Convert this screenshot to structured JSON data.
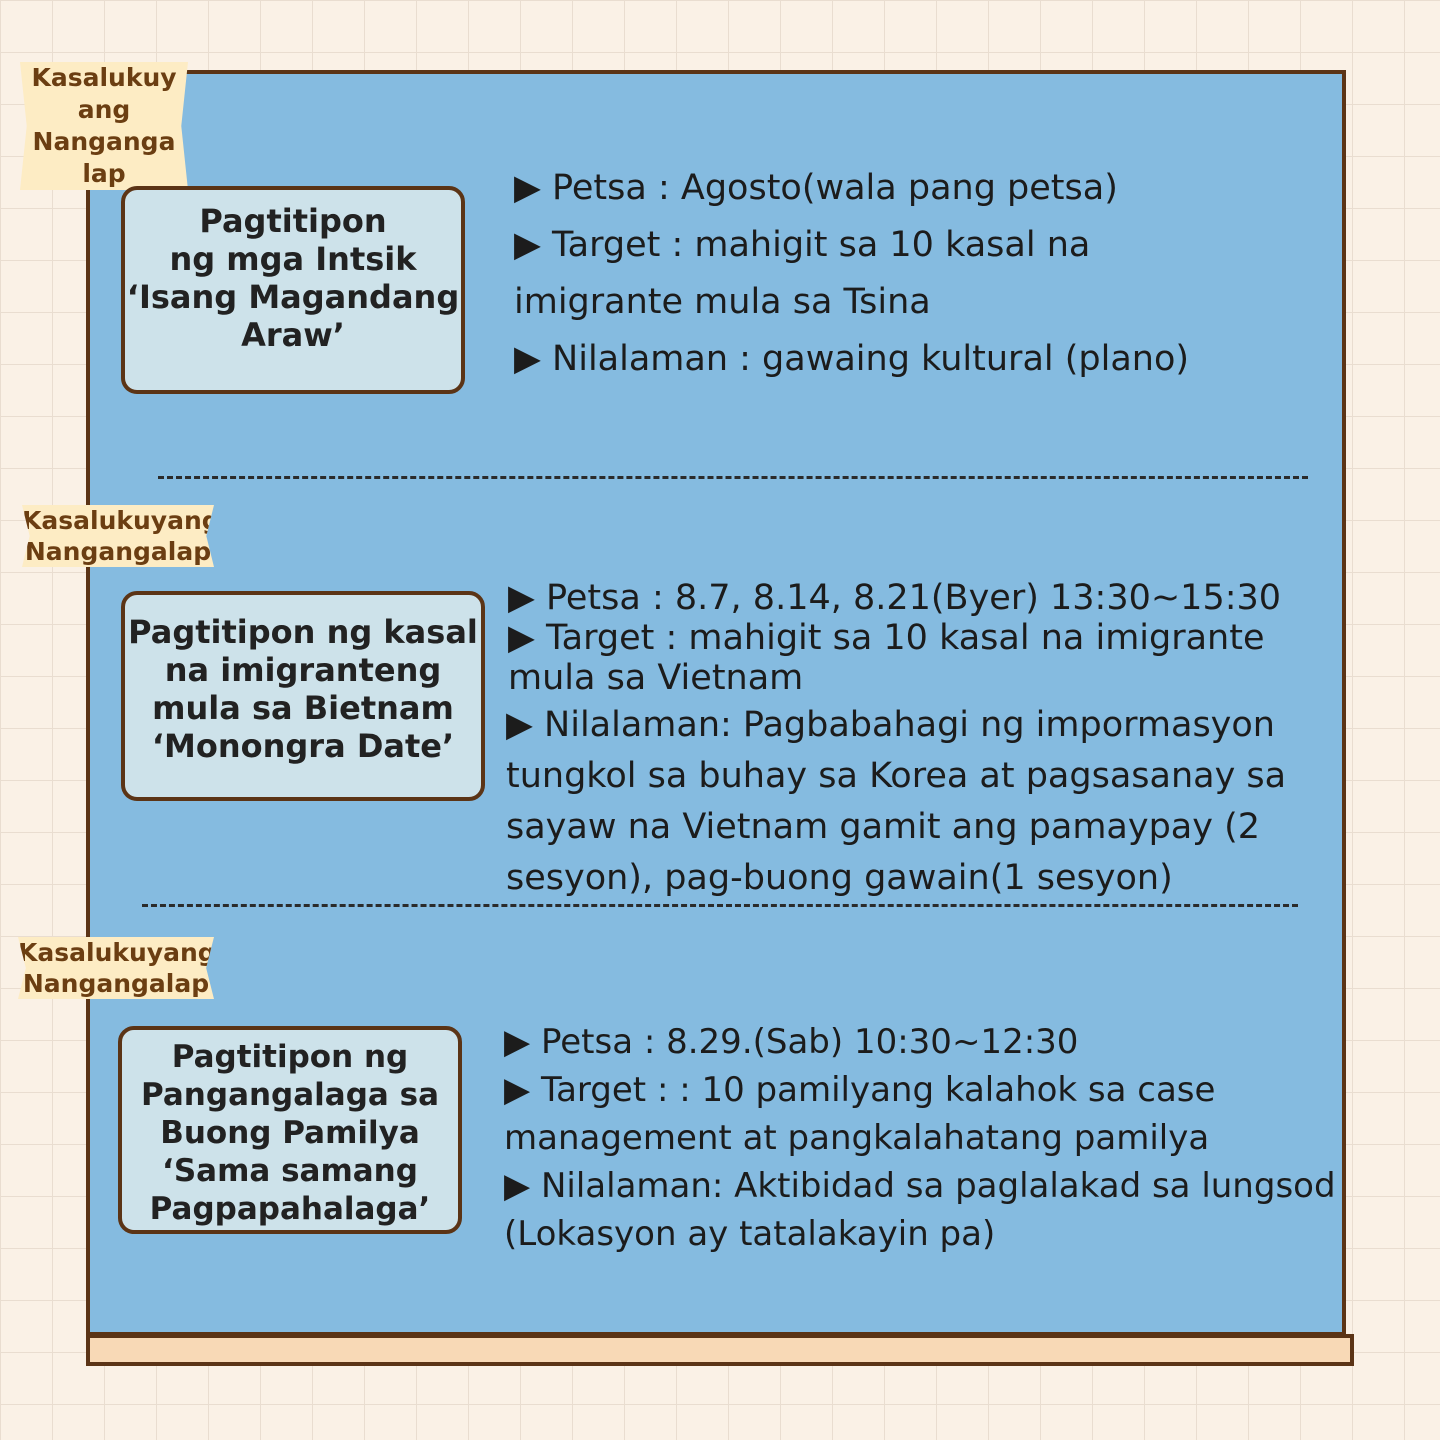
{
  "sections": [
    {
      "tag": "Kasalukuy\nang\nNanganga\nlap",
      "title": "Pagtitipon\nng mga Intsik\n‘Isang Magandang\nAraw’",
      "details": "▶ Petsa : Agosto(wala pang petsa)\n▶ Target : mahigit sa 10 kasal na\n                imigrante mula sa Tsina\n▶ Nilalaman : gawaing kultural (plano)"
    },
    {
      "tag": "Kasalukuyang\nNangangalap",
      "title": "Pagtitipon ng kasal\nna imigranteng\nmula sa Bietnam\n‘Monongra Date’",
      "details": "▶ Petsa : 8.7, 8.14, 8.21(Byer) 13:30~15:30\n▶ Target : mahigit sa 10 kasal na imigrante\n                mula sa Vietnam",
      "details_more": "▶ Nilalaman: Pagbabahagi ng impormasyon\ntungkol sa buhay sa Korea at pagsasanay sa\nsayaw na Vietnam gamit ang pamaypay (2\nsesyon), pag-buong gawain(1 sesyon)"
    },
    {
      "tag": "Kasalukuyang\nNangangalap",
      "title": "Pagtitipon ng\nPangangalaga sa\nBuong Pamilya\n‘Sama samang\nPagpapahalaga’",
      "details": "▶ Petsa : 8.29.(Sab) 10:30~12:30\n▶ Target : : 10 pamilyang kalahok sa case\nmanagement at pangkalahatang pamilya\n▶ Nilalaman: Aktibidad sa paglalakad sa lungsod\n(Lokasyon ay tatalakayin pa)"
    }
  ],
  "colors": {
    "panel": "#85bbe0",
    "border": "#5b3416",
    "title_box": "#cde2ea",
    "tag": "#fdecc4",
    "tag_text": "#6b3e12"
  }
}
